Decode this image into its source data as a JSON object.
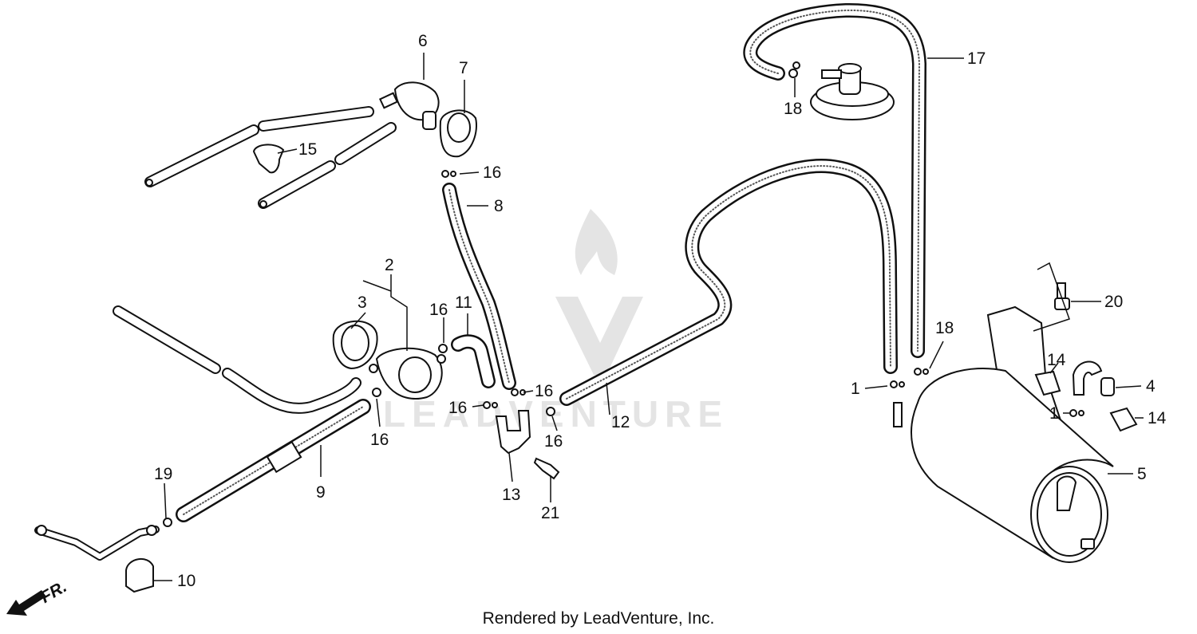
{
  "callouts": [
    "1",
    "2",
    "3",
    "4",
    "5",
    "6",
    "7",
    "8",
    "9",
    "10",
    "11",
    "12",
    "13",
    "14",
    "15",
    "16",
    "17",
    "18",
    "19",
    "20",
    "21"
  ],
  "front_marker": "FR.",
  "watermark": "LEADVENTURE",
  "credit": "Rendered by LeadVenture, Inc."
}
